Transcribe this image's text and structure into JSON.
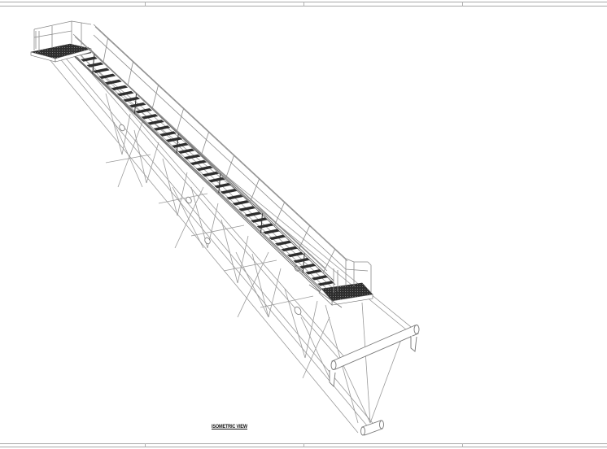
{
  "drawing": {
    "view_title": "ISOMETRIC VIEW",
    "subject": "inclined-staircase-on-truss",
    "tread_count": 42,
    "frame": {
      "top_border_y": [
        3,
        8
      ],
      "bottom_border_y": [
        545,
        549
      ],
      "zone_ticks_x": [
        178,
        373,
        568
      ]
    },
    "colors": {
      "line": "#8a8a8a",
      "dark_line": "#3a3a3a",
      "grating": "#2e2e2e",
      "background": "#ffffff",
      "frame": "#a8a8a8"
    }
  }
}
